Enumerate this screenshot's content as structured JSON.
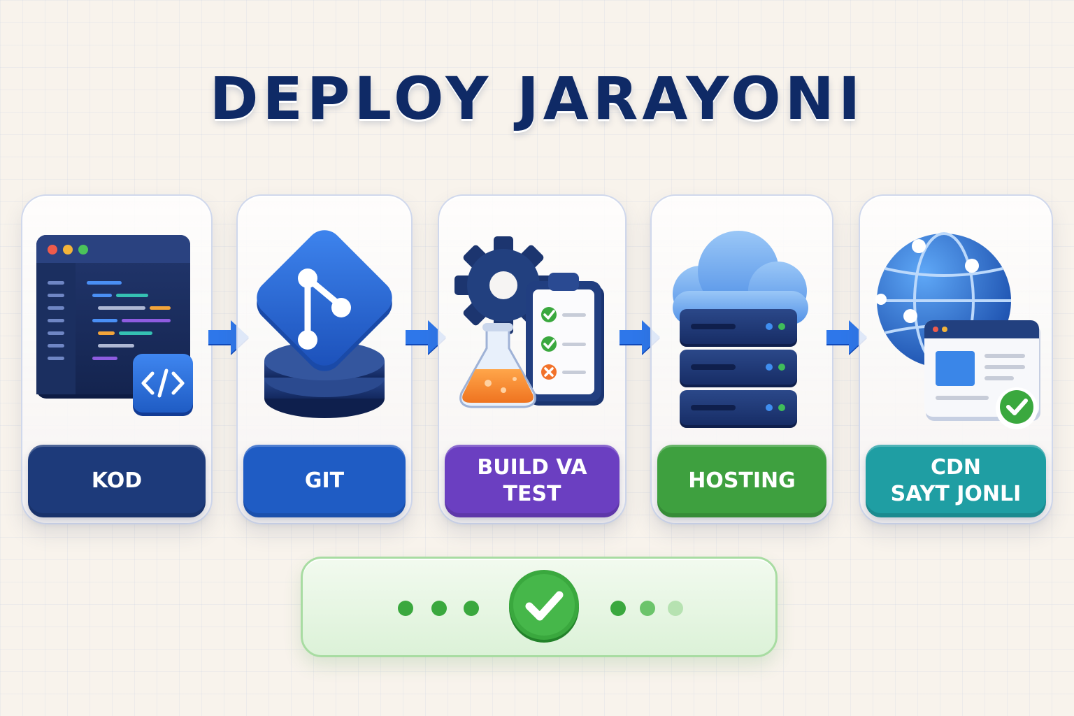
{
  "title": "DEPLOY JARAYONI",
  "steps": [
    {
      "label": "KOD",
      "icon": "code-editor-icon",
      "color": "#1d3a7a"
    },
    {
      "label": "GIT",
      "icon": "git-icon",
      "color": "#1f5cc4"
    },
    {
      "label": "BUILD VA TEST",
      "icon": "build-test-icon",
      "color": "#6b3fc1"
    },
    {
      "label": "HOSTING",
      "icon": "server-cloud-icon",
      "color": "#3ea03f"
    },
    {
      "label_line1": "CDN",
      "label_line2": "SAYT JONLI",
      "icon": "globe-website-icon",
      "color": "#1f9ea3"
    }
  ],
  "status": {
    "icon": "check-circle-icon",
    "color": "#3aa83e",
    "dots_before": 3,
    "dots_after": 3
  }
}
